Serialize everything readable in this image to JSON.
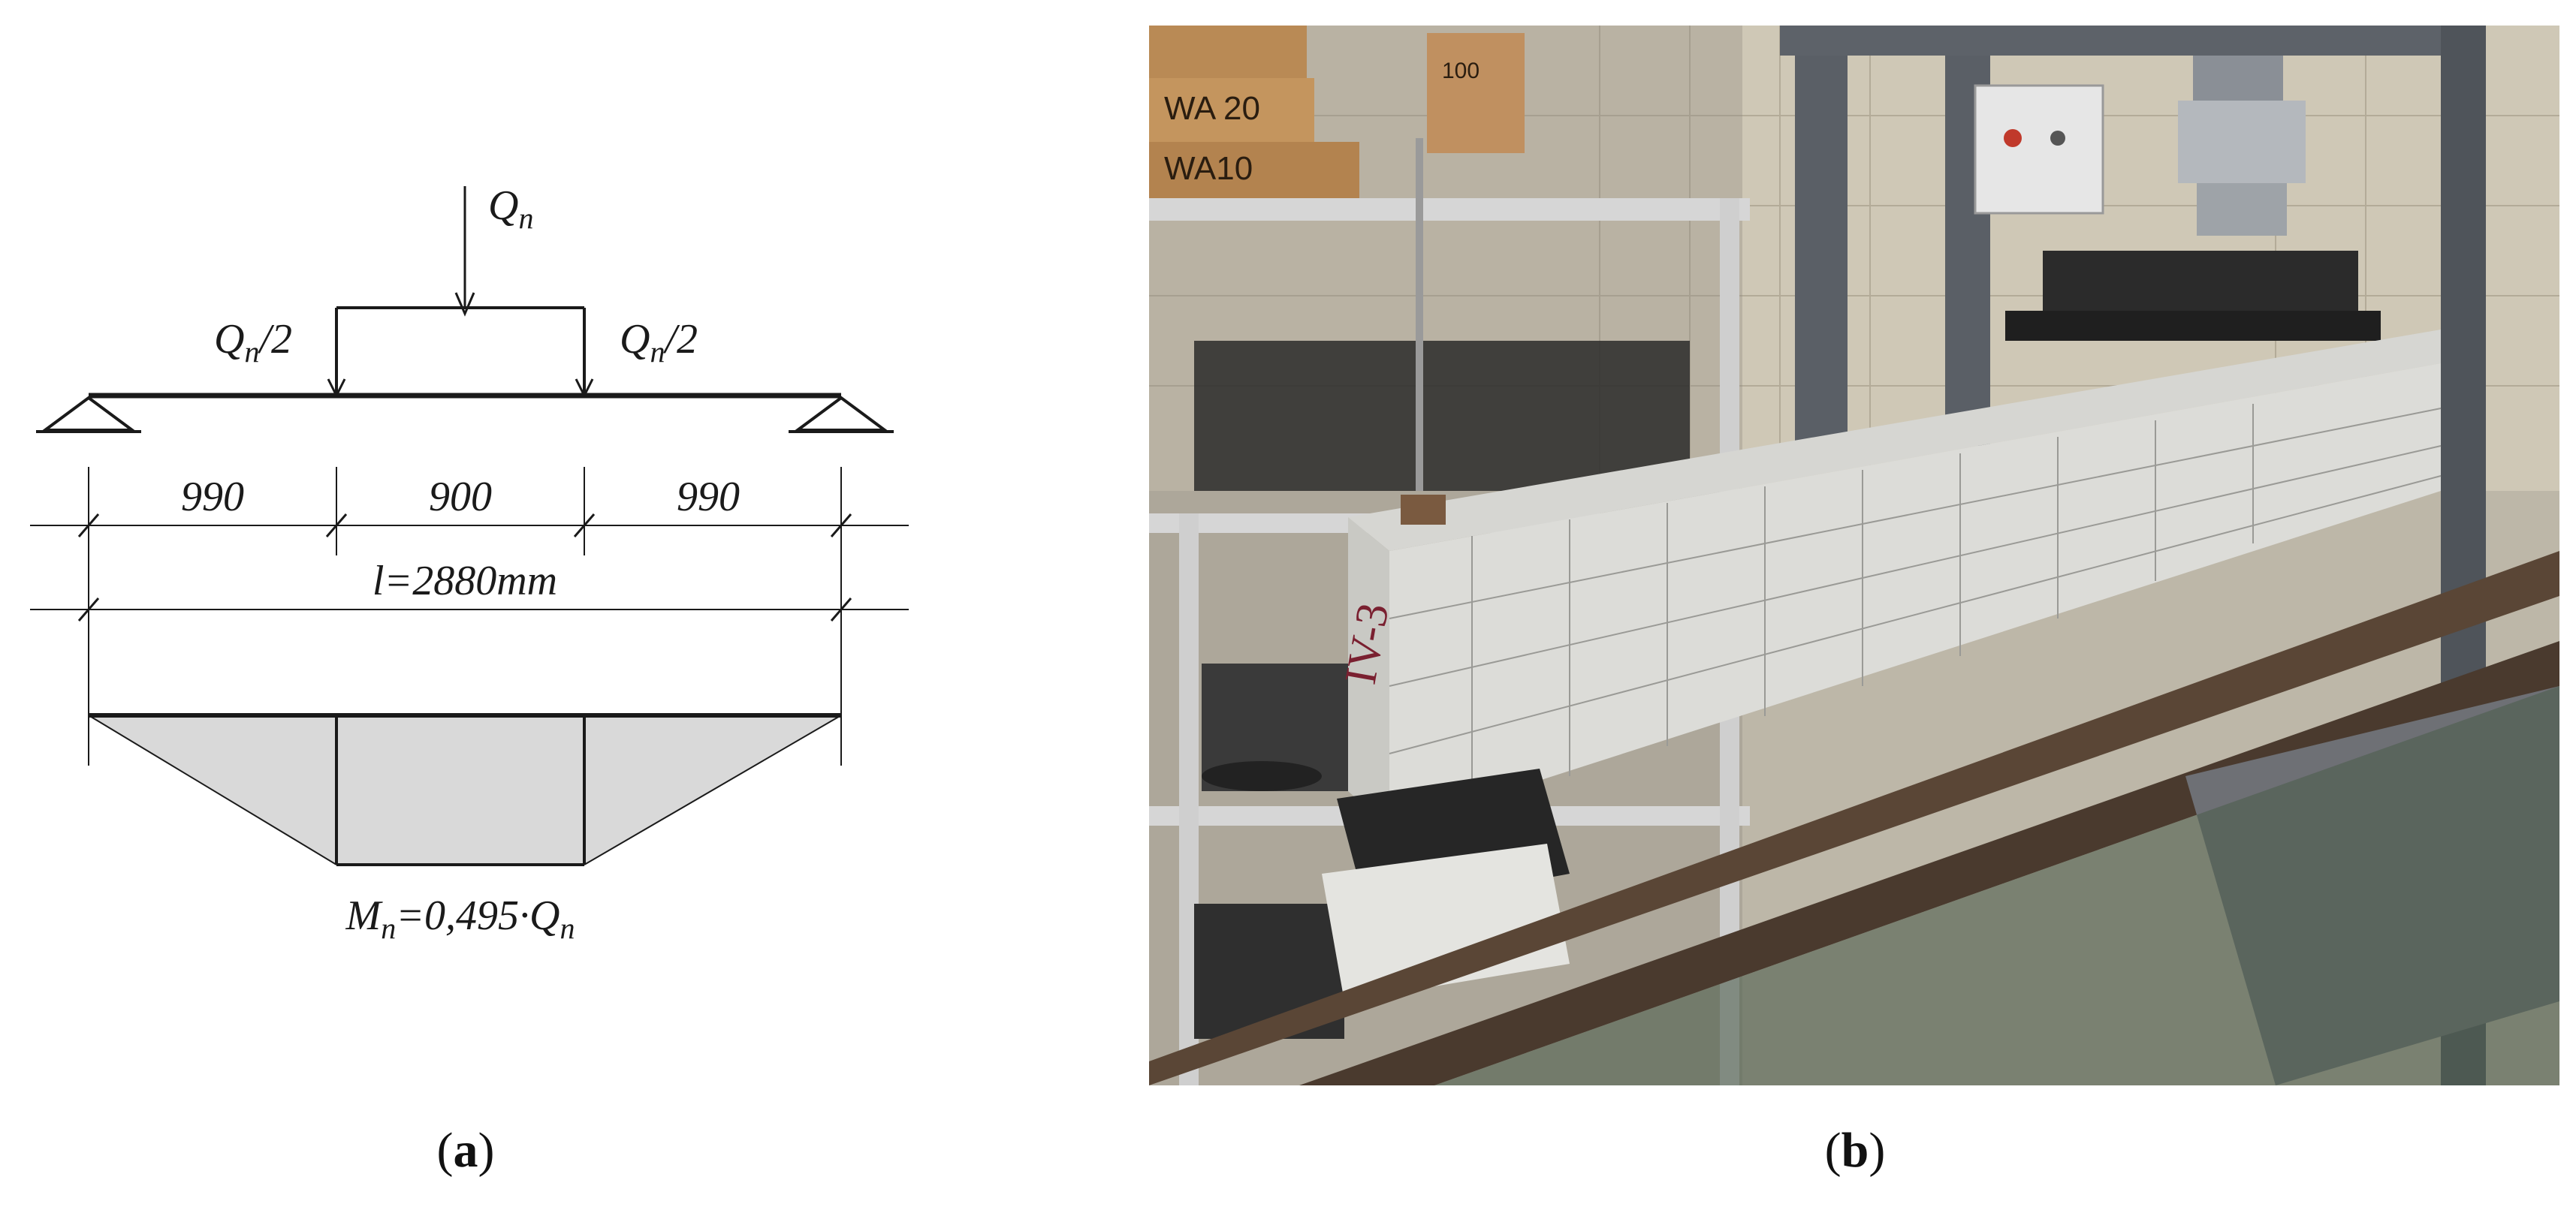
{
  "panel_a": {
    "label": "a",
    "load_total": {
      "main": "Q",
      "sub": "n",
      "tail": ""
    },
    "load_half_left": {
      "main": "Q",
      "sub": "n",
      "tail": "/2"
    },
    "load_half_right": {
      "main": "Q",
      "sub": "n",
      "tail": "/2"
    },
    "span_left": "990",
    "span_mid": "900",
    "span_right": "990",
    "total_length": "l=2880mm",
    "moment": {
      "main": "M",
      "sub": "n",
      "tail": "=0,495·Q",
      "sub2": "n"
    }
  },
  "panel_b": {
    "label": "b",
    "box_labels": [
      "WA 20",
      "WA10",
      "100"
    ],
    "specimen_mark": "IV-3"
  }
}
